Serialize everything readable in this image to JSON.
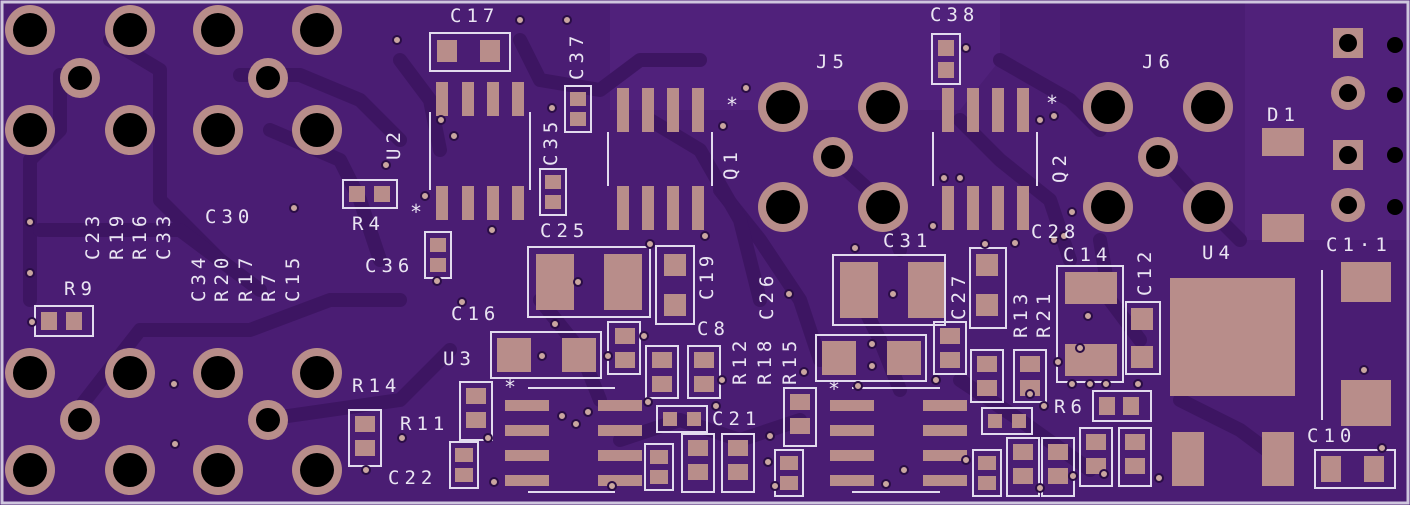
{
  "board": {
    "colors": {
      "mask": "#4a1d73",
      "trace": "#3f1764",
      "copper_plane": "#5a2685",
      "pad": "#b88d8a",
      "silkscreen": "#e9e4f2",
      "hole": "#000000"
    },
    "references": {
      "C17": "C17",
      "C38": "C38",
      "C37": "C37",
      "J5": "J5",
      "J6": "J6",
      "U2": "U2",
      "C35": "C35",
      "Q1": "Q1",
      "Q2": "Q2",
      "D1": "D1",
      "C23": "C23",
      "R19": "R19",
      "R16": "R16",
      "C33": "C33",
      "C30": "C30",
      "R4": "R4",
      "C25": "C25",
      "C36": "C36",
      "C31": "C31",
      "C28": "C28",
      "C34": "C34",
      "R20": "R20",
      "R17": "R17",
      "R7": "R7",
      "C15": "C15",
      "C19": "C19",
      "C14": "C14",
      "C12": "C12",
      "U4": "U4",
      "C11": "C1·1",
      "R9": "R9",
      "C26": "C26",
      "C27": "C27",
      "R13": "R13",
      "R21": "R21",
      "C16": "C16",
      "C8": "C8",
      "U3": "U3",
      "R12": "R12",
      "R18": "R18",
      "R15": "R15",
      "R14": "R14",
      "R11": "R11",
      "C21": "C21",
      "R6": "R6",
      "C22": "C22",
      "C10": "C10"
    }
  }
}
